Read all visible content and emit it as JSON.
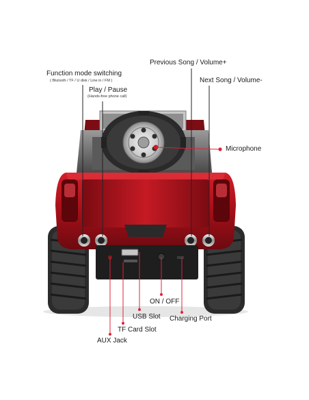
{
  "labels": {
    "function_mode": "Function mode switching",
    "function_mode_sub": "( Blutooth / TF / U disk / Line in / FM )",
    "play_pause": "Play / Pause",
    "play_pause_sub": "(Hands-free phone call)",
    "previous_song": "Previous Song / Volume+",
    "next_song": "Next Song / Volume-",
    "microphone": "Microphone",
    "on_off": "ON / OFF",
    "usb_slot": "USB Slot",
    "charging_port": "Charging Port",
    "tf_card_slot": "TF Card Slot",
    "aux_jack": "AUX Jack"
  },
  "colors": {
    "body_red": "#b3121a",
    "leader_line": "#e0203a",
    "dark_line": "#222222"
  }
}
